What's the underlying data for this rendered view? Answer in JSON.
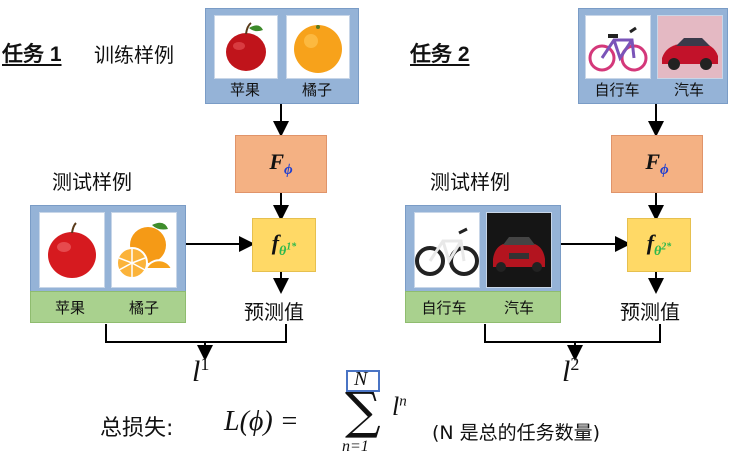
{
  "task1": {
    "title": "任务 1",
    "train_label": "训练样例",
    "test_label": "测试样例",
    "train_items": [
      "苹果",
      "橘子"
    ],
    "test_items": [
      "苹果",
      "橘子"
    ],
    "F": "F",
    "F_sub": "ϕ",
    "f": "f",
    "f_sub": "θ",
    "f_sup": "1*",
    "pred": "预测值",
    "loss": "l",
    "loss_sup": "1"
  },
  "task2": {
    "title": "任务 2",
    "test_label": "测试样例",
    "train_items": [
      "自行车",
      "汽车"
    ],
    "test_items": [
      "自行车",
      "汽车"
    ],
    "F": "F",
    "F_sub": "ϕ",
    "f": "f",
    "f_sub": "θ",
    "f_sup": "2*",
    "pred": "预测值",
    "loss": "l",
    "loss_sup": "2"
  },
  "total": {
    "label": "总损失:",
    "lhs": "L(ϕ) =",
    "sum_top": "N",
    "sum_bottom": "n=1",
    "term": "l",
    "term_sup": "n",
    "note": "(N 是总的任务数量)"
  },
  "colors": {
    "panel_blue": "#95b3d7",
    "bar_green": "#a9d18e",
    "F_orange": "#f4b183",
    "f_yellow": "#ffd966",
    "phi_blue": "#1f3fd0",
    "theta_green": "#2db84d"
  }
}
